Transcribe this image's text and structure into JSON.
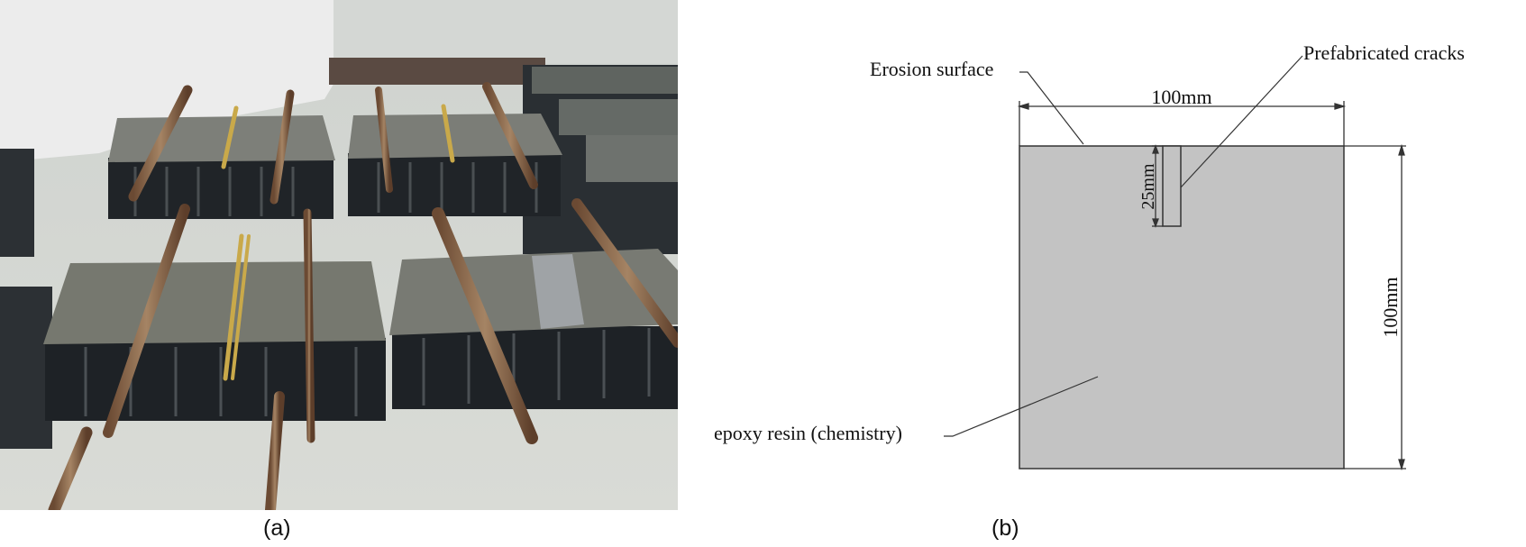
{
  "panels": {
    "a": {
      "caption": "(a)"
    },
    "b": {
      "caption": "(b)",
      "labels": {
        "erosion_surface": "Erosion surface",
        "prefab_cracks": "Prefabricated cracks",
        "width_dim": "100mm",
        "height_dim": "100mm",
        "crack_dim": "25mm",
        "resin": "epoxy resin (chemistry)"
      },
      "colors": {
        "specimen_fill": "#c3c3c3",
        "line": "#333333"
      }
    }
  }
}
